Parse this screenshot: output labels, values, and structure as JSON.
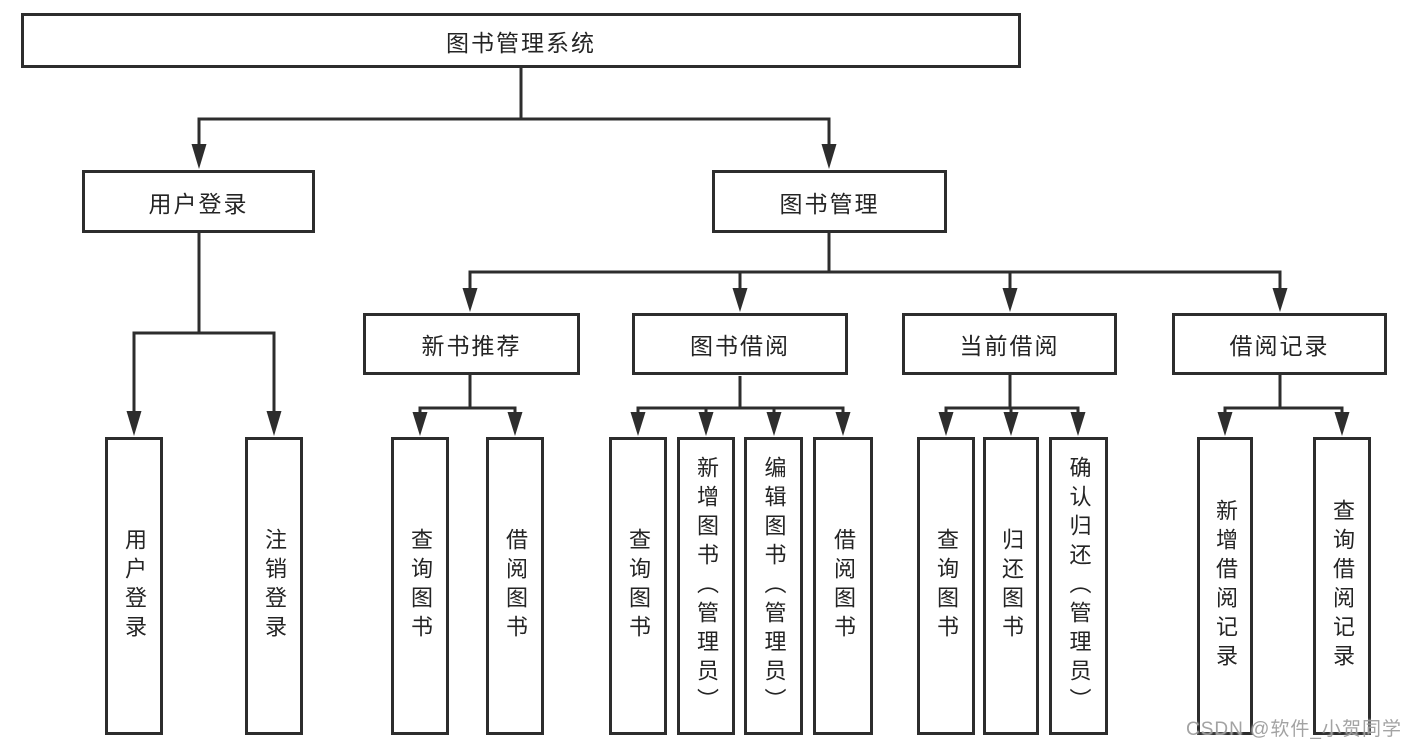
{
  "diagram": {
    "root": {
      "label": "图书管理系统"
    },
    "branches": [
      {
        "label": "用户登录",
        "children": [
          {
            "label": "用户登录"
          },
          {
            "label": "注销登录"
          }
        ]
      },
      {
        "label": "图书管理",
        "children": [
          {
            "label": "新书推荐",
            "children": [
              {
                "label": "查询图书"
              },
              {
                "label": "借阅图书"
              }
            ]
          },
          {
            "label": "图书借阅",
            "children": [
              {
                "label": "查询图书"
              },
              {
                "label": "新增图书（管理员）"
              },
              {
                "label": "编辑图书（管理员）"
              },
              {
                "label": "借阅图书"
              }
            ]
          },
          {
            "label": "当前借阅",
            "children": [
              {
                "label": "查询图书"
              },
              {
                "label": "归还图书"
              },
              {
                "label": "确认归还（管理员）"
              }
            ]
          },
          {
            "label": "借阅记录",
            "children": [
              {
                "label": "新增借阅记录"
              },
              {
                "label": "查询借阅记录"
              }
            ]
          }
        ]
      }
    ]
  },
  "watermark": {
    "text": "CSDN @软件_小贺同学"
  },
  "colors": {
    "line": "#2d2d2d",
    "box_border": "#2d2d2d",
    "text": "#242424",
    "watermark": "#9b9b9b",
    "background": "#ffffff"
  }
}
